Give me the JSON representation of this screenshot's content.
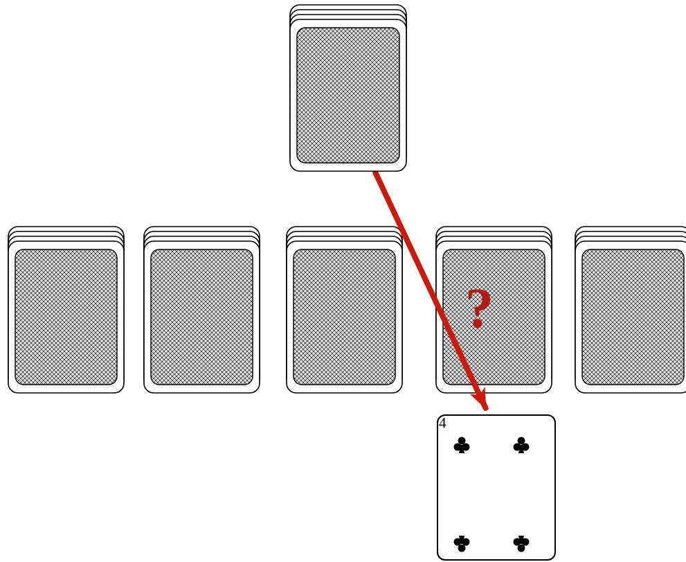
{
  "diagram": {
    "nodes": [
      {
        "text": []
      },
      {
        "text": [
          "4"
        ]
      }
    ],
    "edges": [
      {
        "from": 0,
        "to": 1,
        "arrow": "to"
      }
    ],
    "labels": [
      "?"
    ]
  }
}
